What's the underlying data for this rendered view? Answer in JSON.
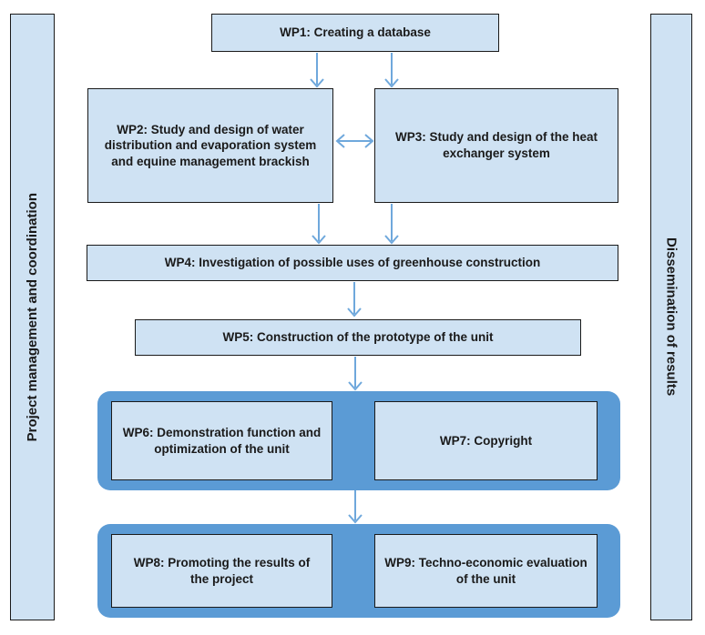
{
  "diagram": {
    "left_sidebar": {
      "label": "Project management and coordination"
    },
    "right_sidebar": {
      "label": "Dissemination of results"
    },
    "nodes": {
      "wp1": {
        "label": "WP1: Creating a database"
      },
      "wp2": {
        "label": "WP2: Study and design of water distribution and evaporation system and equine management brackish"
      },
      "wp3": {
        "label": "WP3: Study and design of the heat exchanger system"
      },
      "wp4": {
        "label": "WP4: Investigation of possible uses of greenhouse construction"
      },
      "wp5": {
        "label": "WP5: Construction of the prototype of the unit"
      },
      "wp6": {
        "label": "WP6: Demonstration function and optimization of the unit"
      },
      "wp7": {
        "label": "WP7: Copyright"
      },
      "wp8": {
        "label": "WP8: Promoting the results of the project"
      },
      "wp9": {
        "label": "WP9: Techno-economic evaluation of the unit"
      }
    },
    "groups": [
      {
        "members": [
          "wp6",
          "wp7"
        ]
      },
      {
        "members": [
          "wp8",
          "wp9"
        ]
      }
    ],
    "edges": [
      {
        "from": "wp1",
        "to": "wp2",
        "type": "arrow"
      },
      {
        "from": "wp1",
        "to": "wp3",
        "type": "arrow"
      },
      {
        "from": "wp2",
        "to": "wp3",
        "type": "double-arrow"
      },
      {
        "from": "wp2",
        "to": "wp4",
        "type": "arrow"
      },
      {
        "from": "wp3",
        "to": "wp4",
        "type": "arrow"
      },
      {
        "from": "wp4",
        "to": "wp5",
        "type": "arrow"
      },
      {
        "from": "wp5",
        "to": "group-wp6-wp7",
        "type": "arrow"
      },
      {
        "from": "group-wp6-wp7",
        "to": "group-wp8-wp9",
        "type": "arrow"
      }
    ],
    "colors": {
      "node_fill": "#cfe2f3",
      "node_border": "#1a1a1a",
      "group_fill": "#5b9bd5",
      "arrow": "#6fa8dc",
      "text": "#1a1a1a"
    }
  }
}
